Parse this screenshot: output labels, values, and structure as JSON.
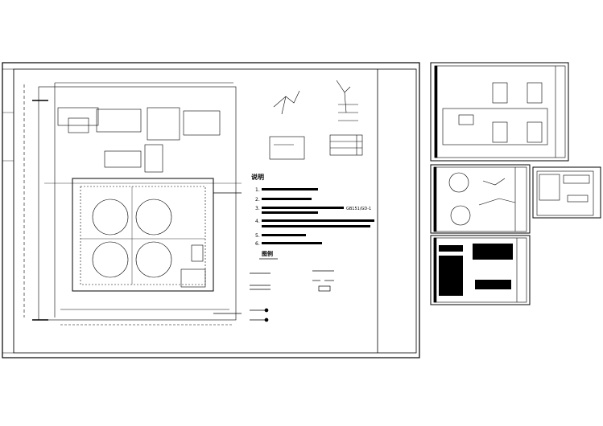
{
  "main_sheet": {
    "notes_title": "说明",
    "notes": [
      "1.",
      "2.",
      "3.",
      "GB151/GD-1",
      "4.",
      "5.",
      "6."
    ],
    "legend_title": "图例"
  },
  "colors": {
    "line": "#000000",
    "background": "#ffffff"
  }
}
